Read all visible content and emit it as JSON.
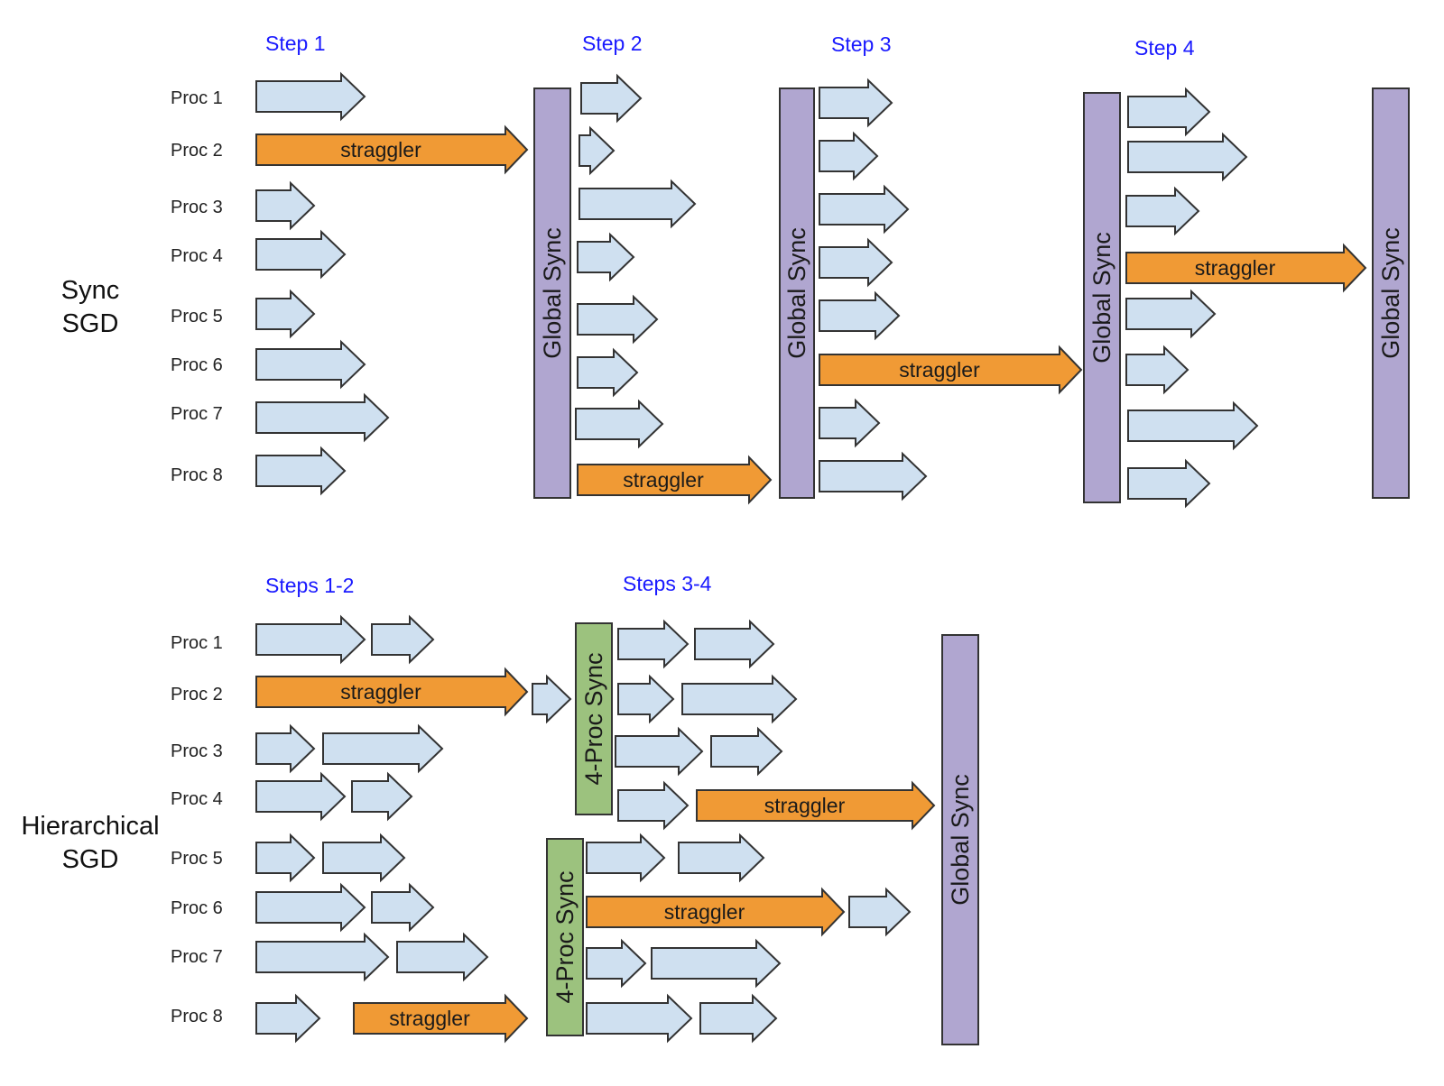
{
  "sync_sgd": {
    "section_label_line1": "Sync",
    "section_label_line2": "SGD",
    "step_labels": [
      "Step 1",
      "Step 2",
      "Step 3",
      "Step 4"
    ],
    "proc_labels": [
      "Proc 1",
      "Proc 2",
      "Proc 3",
      "Proc 4",
      "Proc 5",
      "Proc 6",
      "Proc 7",
      "Proc 8"
    ],
    "sync_barrier_label": "Global Sync",
    "straggler_label": "straggler",
    "stragglers_by_step": [
      "Proc 2",
      "Proc 8",
      "Proc 6",
      "Proc 4"
    ]
  },
  "hierarchical_sgd": {
    "section_label_line1": "Hierarchical",
    "section_label_line2": "SGD",
    "step_labels": [
      "Steps 1-2",
      "Steps 3-4"
    ],
    "proc_labels": [
      "Proc 1",
      "Proc 2",
      "Proc 3",
      "Proc 4",
      "Proc 5",
      "Proc 6",
      "Proc 7",
      "Proc 8"
    ],
    "local_sync_label": "4-Proc Sync",
    "global_sync_label": "Global Sync",
    "straggler_label": "straggler",
    "local_groups": [
      {
        "name": "group-a",
        "procs": [
          "Proc 1",
          "Proc 2",
          "Proc 3",
          "Proc 4"
        ]
      },
      {
        "name": "group-b",
        "procs": [
          "Proc 5",
          "Proc 6",
          "Proc 7",
          "Proc 8"
        ]
      }
    ],
    "stragglers": [
      "Proc 2 (steps 1-2)",
      "Proc 8 (steps 1-2)",
      "Proc 4 (steps 3-4)",
      "Proc 6 (steps 3-4)"
    ]
  },
  "colors": {
    "step_label": "#1a1aff",
    "fast_arrow": "#cfe0f0",
    "straggler_arrow": "#f09a35",
    "global_sync_bar": "#b0a6d0",
    "local_sync_bar": "#9cc27e"
  }
}
